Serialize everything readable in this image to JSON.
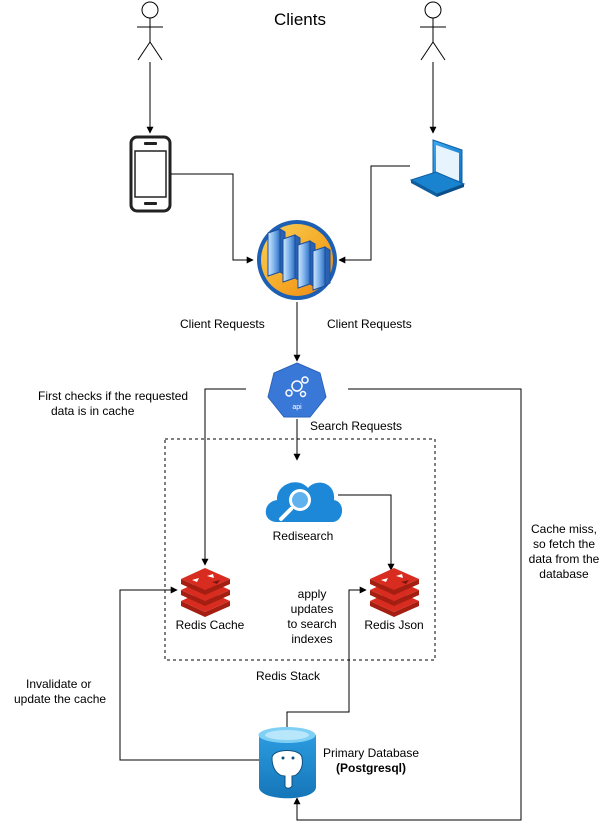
{
  "title": "Clients",
  "edges": {
    "client_requests_left": "Client Requests",
    "client_requests_right": "Client Requests",
    "first_checks_line1": "First checks if the requested",
    "first_checks_line2": "data is in cache",
    "search_requests": "Search Requests",
    "cache_miss_line1": "Cache miss,",
    "cache_miss_line2": "so fetch the",
    "cache_miss_line3": "data from the",
    "cache_miss_line4": "database",
    "apply_line1": "apply",
    "apply_line2": "updates",
    "apply_line3": "to search",
    "apply_line4": "indexes",
    "invalidate_line1": "Invalidate or",
    "invalidate_line2": "update the cache"
  },
  "nodes": {
    "redisearch": "Redisearch",
    "redis_cache": "Redis Cache",
    "redis_json": "Redis Json",
    "redis_stack": "Redis Stack",
    "primary_db_line1": "Primary Database",
    "primary_db_line2": "(Postgresql)",
    "api_icon_text": "api"
  },
  "colors": {
    "line": "#000000",
    "api_blue": "#3a78d8",
    "cloud_blue": "#1e88d8",
    "redis_red": "#c6302b",
    "postgres_blue": "#1f86c9",
    "laptop_blue": "#1c8ad6"
  }
}
